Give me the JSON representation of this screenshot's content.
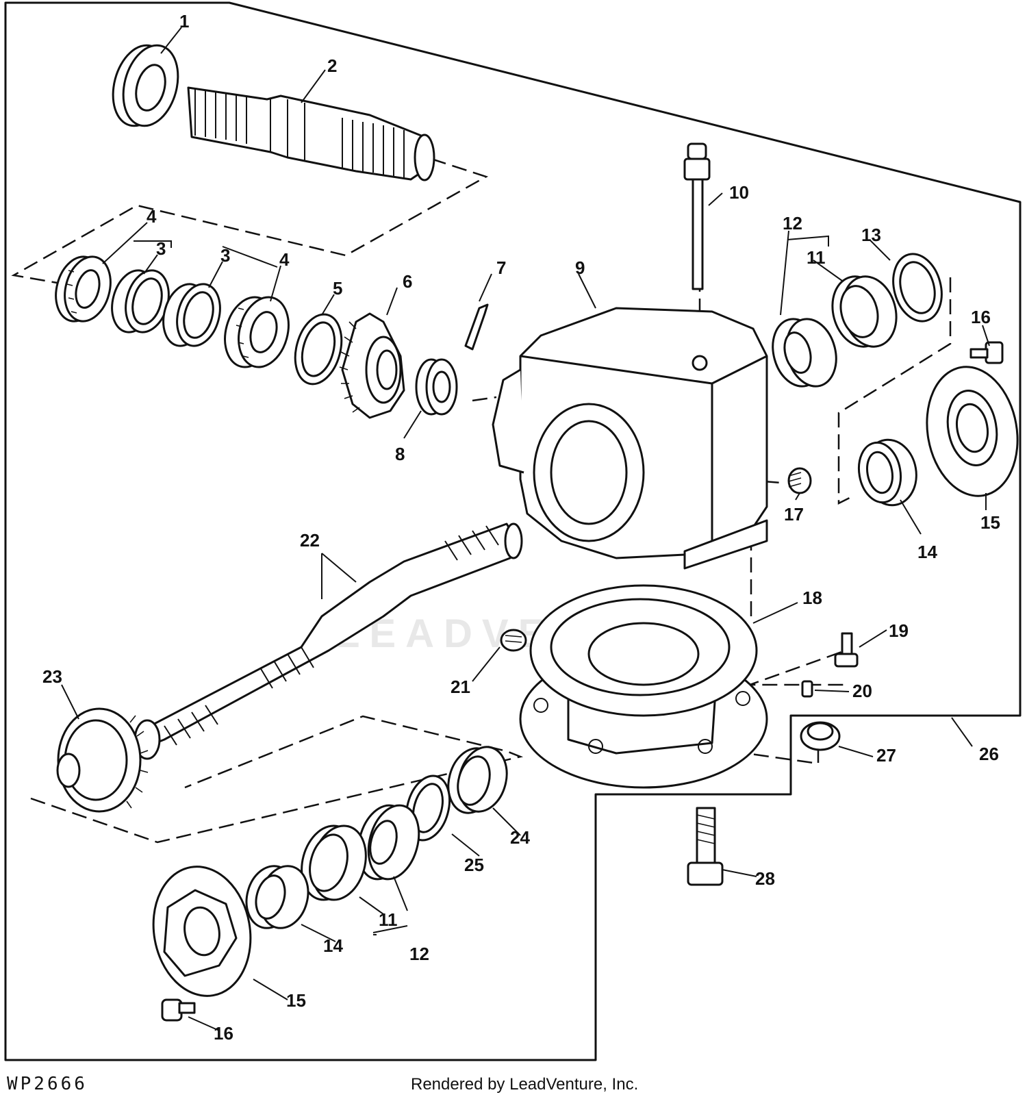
{
  "diagram": {
    "figure_code": "WP2666",
    "credit": "Rendered by LeadVenture, Inc.",
    "watermark": "LEADVENTURE",
    "callouts": {
      "c1": "1",
      "c2": "2",
      "c3a": "3",
      "c3b": "3",
      "c4a": "4",
      "c4b": "4",
      "c5": "5",
      "c6": "6",
      "c7": "7",
      "c8": "8",
      "c9": "9",
      "c10": "10",
      "c11a": "11",
      "c11b": "11",
      "c12a": "12",
      "c12b": "12",
      "c13": "13",
      "c14a": "14",
      "c14b": "14",
      "c15a": "15",
      "c15b": "15",
      "c16a": "16",
      "c16b": "16",
      "c17": "17",
      "c18": "18",
      "c19": "19",
      "c20": "20",
      "c21": "21",
      "c22": "22",
      "c23": "23",
      "c24": "24",
      "c25": "25",
      "c26": "26",
      "c27": "27",
      "c28": "28"
    }
  }
}
